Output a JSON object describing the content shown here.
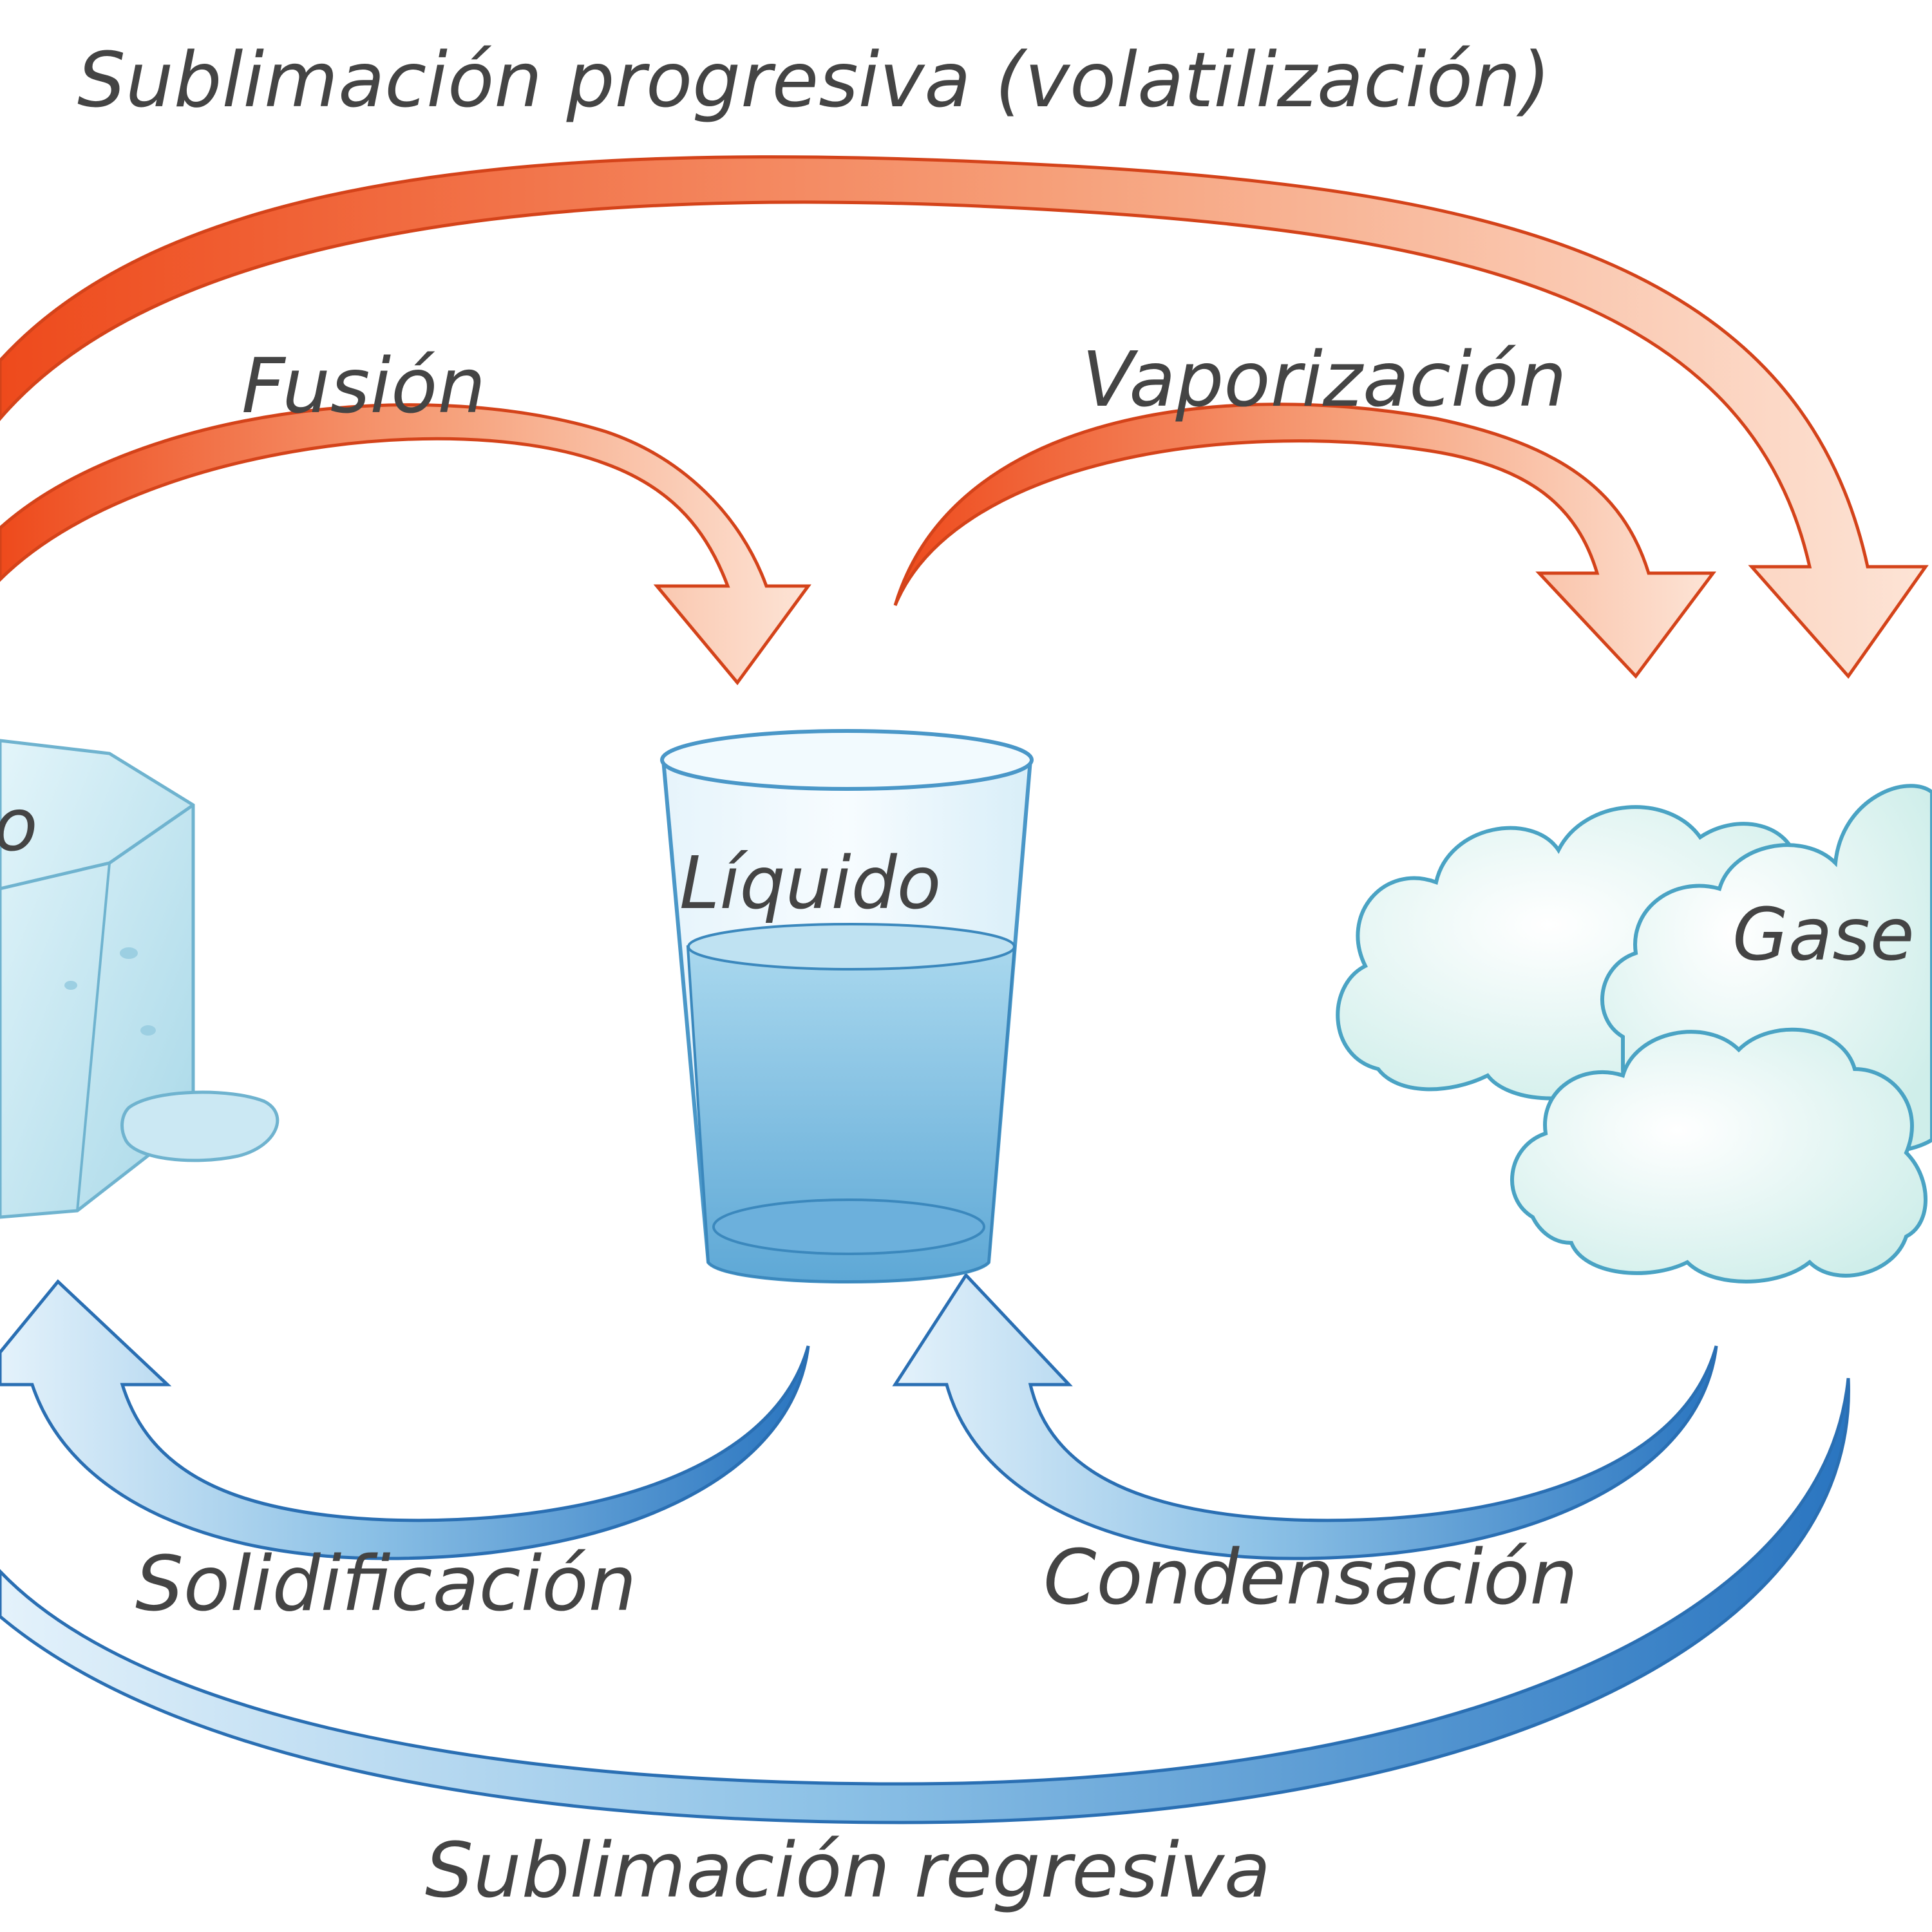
{
  "title_top": "Sublimación progresiva (volatilización)",
  "title_bottom": "Sublimación regresiva",
  "transitions": {
    "fusion": "Fusión",
    "vaporizacion": "Vaporización",
    "solidificacion": "Solidificación",
    "condensacion": "Condensación"
  },
  "states": {
    "solid": "o",
    "liquid": "Líquido",
    "gas": "Gase"
  },
  "colors": {
    "heating_arrow": "#f05a28",
    "cooling_arrow": "#2e7fc4",
    "water": "#8cc6e6",
    "ice": "#c9e9f2",
    "cloud": "#e8f6f5"
  }
}
